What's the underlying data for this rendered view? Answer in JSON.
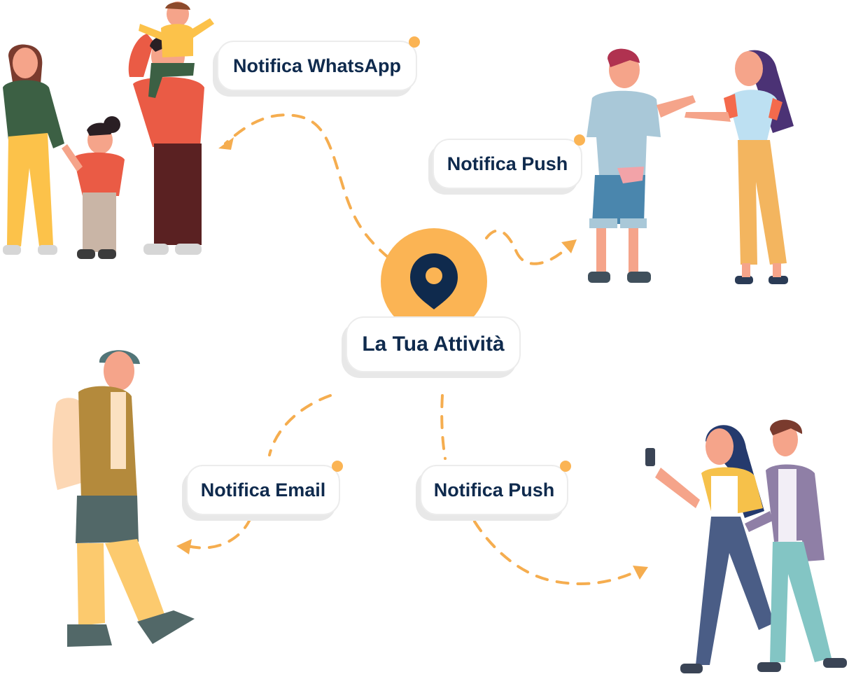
{
  "center": {
    "label": "La Tua Attività"
  },
  "channels": [
    {
      "id": "whatsapp",
      "label": "Notifica WhatsApp"
    },
    {
      "id": "push-top",
      "label": "Notifica Push"
    },
    {
      "id": "email",
      "label": "Notifica Email"
    },
    {
      "id": "push-bottom",
      "label": "Notifica Push"
    }
  ],
  "colors": {
    "accent": "#fbb454",
    "text": "#0f2a4d",
    "pin": "#0f2a4d",
    "dash": "#f5ad4f"
  },
  "icons": {
    "center": "location-pin-icon"
  }
}
